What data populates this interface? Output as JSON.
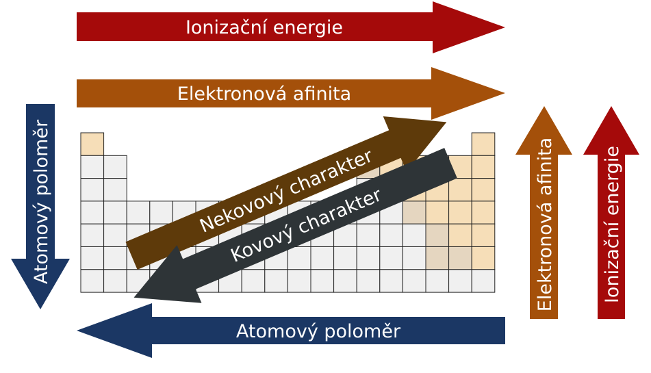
{
  "labels": {
    "ionization_top": "Ionizační energie",
    "affinity_top": "Elektronová afinita",
    "radius_left": "Atomový poloměr",
    "radius_bottom": "Atomový poloměr",
    "affinity_right": "Elektronová afinita",
    "ionization_right": "Ionizační energie",
    "nonmetal_diag": "Nekovový charakter",
    "metal_diag": "Kovový charakter"
  },
  "colors": {
    "ionization": "#a50a0a",
    "affinity": "#a4500a",
    "radius": "#1b3764",
    "nonmetal": "#5e3a0a",
    "metal": "#2e3437",
    "cell_light": "#f0f0f0",
    "cell_nonmetal": "#f6deb8",
    "cell_metalloid": "#e5d6c0",
    "cell_border": "#222222"
  },
  "trends": [
    {
      "property": "ionization_energy",
      "direction": "increases right and up"
    },
    {
      "property": "electron_affinity",
      "direction": "increases right and up"
    },
    {
      "property": "atomic_radius",
      "direction": "increases left and down"
    },
    {
      "property": "nonmetallic_character",
      "direction": "increases toward upper right"
    },
    {
      "property": "metallic_character",
      "direction": "increases toward lower left"
    }
  ]
}
